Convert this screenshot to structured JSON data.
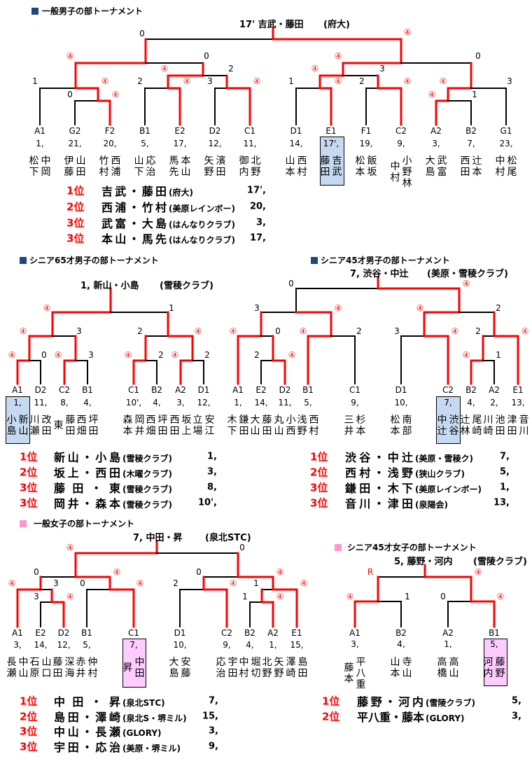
{
  "colors": {
    "win_line": "#ff0000",
    "lose_line": "#000000",
    "rank": "#ff0000",
    "men_icon": "#1f497d",
    "women_icon": "#ff99cc",
    "highlight_men": "#c5d9f1",
    "highlight_women": "#ffccff"
  },
  "brackets": [
    {
      "title": "一般男子の部トーナメント",
      "champion": {
        "text": "17' 吉武・藤田",
        "team": "(府大)"
      },
      "entries": [
        {
          "seed": "A1",
          "num": "1,",
          "cols": [
            "松下",
            "中岡"
          ]
        },
        {
          "seed": "G2",
          "num": "21,",
          "cols": [
            "伊藤",
            "山田"
          ]
        },
        {
          "seed": "F2",
          "num": "20,",
          "cols": [
            "竹村",
            "西浦"
          ]
        },
        {
          "seed": "B1",
          "num": "5,",
          "cols": [
            "山下",
            "応治"
          ]
        },
        {
          "seed": "E2",
          "num": "17,",
          "cols": [
            "馬先",
            "本山"
          ]
        },
        {
          "seed": "D2",
          "num": "12,",
          "cols": [
            "矢野",
            "濱田"
          ]
        },
        {
          "seed": "C1",
          "num": "11,",
          "cols": [
            "御内",
            "北野"
          ]
        },
        {
          "seed": "D1",
          "num": "14,",
          "cols": [
            "山本",
            "西村"
          ]
        },
        {
          "seed": "E1",
          "num": "17',",
          "cols": [
            "藤田",
            "吉武"
          ]
        },
        {
          "seed": "F1",
          "num": "19,",
          "cols": [
            "松本",
            "飯坂"
          ]
        },
        {
          "seed": "C2",
          "num": "9,",
          "cols": [
            "中村",
            "小野林"
          ]
        },
        {
          "seed": "A2",
          "num": "3,",
          "cols": [
            "大島",
            "武富"
          ]
        },
        {
          "seed": "B2",
          "num": "7,",
          "cols": [
            "西田",
            "辻本"
          ]
        },
        {
          "seed": "G1",
          "num": "23,",
          "cols": [
            "中村",
            "松尾"
          ]
        }
      ],
      "scores": [
        "0",
        "④",
        "0",
        "2",
        "④",
        "④",
        "3",
        "④",
        "1",
        "④",
        "0",
        "④",
        "2",
        "④",
        "④",
        "0",
        "④",
        "3",
        "1",
        "④",
        "2",
        "④",
        "④",
        "3",
        "④",
        "1"
      ],
      "results": [
        {
          "rank": "1位",
          "names": "吉武・藤田",
          "team": "(府大)",
          "num": "17',"
        },
        {
          "rank": "2位",
          "names": "西浦・竹村",
          "team": "(美原レインボー)",
          "num": "20,"
        },
        {
          "rank": "3位",
          "names": "武富・大島",
          "team": "(はんなりクラブ)",
          "num": "3,"
        },
        {
          "rank": "3位",
          "names": "本山・馬先",
          "team": "(はんなりクラブ)",
          "num": "17,"
        }
      ]
    },
    {
      "title": "シニア65才男子の部トーナメント",
      "champion": {
        "text": "1, 新山・小島",
        "team": "(雪稜クラブ)"
      },
      "entries": [
        {
          "seed": "A1",
          "num": "1,",
          "cols": [
            "小島",
            "新山"
          ]
        },
        {
          "seed": "D2",
          "num": "11,",
          "cols": [
            "川瀬",
            "改田"
          ]
        },
        {
          "seed": "C2",
          "num": "8,",
          "cols": [
            "東",
            "藤田"
          ]
        },
        {
          "seed": "B1",
          "num": "4,",
          "cols": [
            "西畑",
            "坪田"
          ]
        },
        {
          "seed": "C1",
          "num": "10',",
          "cols": [
            "森本",
            "岡井"
          ]
        },
        {
          "seed": "B2",
          "num": "4,",
          "cols": [
            "西畑",
            "坪田"
          ]
        },
        {
          "seed": "A2",
          "num": "3,",
          "cols": [
            "西田",
            "坂上"
          ]
        },
        {
          "seed": "D1",
          "num": "12,",
          "cols": [
            "立場",
            "安江"
          ]
        }
      ],
      "scores": [
        "④",
        "1",
        "④",
        "3",
        "2",
        "④",
        "④",
        "0",
        "④",
        "3",
        "④",
        "2",
        "④",
        "2"
      ],
      "results": [
        {
          "rank": "1位",
          "names": "新山・小島",
          "team": "(雪稜クラブ)",
          "num": "1,"
        },
        {
          "rank": "2位",
          "names": "坂上・西田",
          "team": "(木曜クラブ)",
          "num": "3,"
        },
        {
          "rank": "3位",
          "names": "藤田・東",
          "team": "(雪稜クラブ)",
          "num": "8,"
        },
        {
          "rank": "3位",
          "names": "岡井・森本",
          "team": "(雪稜クラブ)",
          "num": "10',"
        }
      ]
    },
    {
      "title": "シニア45才男子の部トーナメント",
      "champion": {
        "text": "7, 渋谷・中辻",
        "team": "(美原・雪稜クラブ)"
      },
      "entries": [
        {
          "seed": "A1",
          "num": "1,",
          "cols": [
            "木下",
            "鎌田"
          ]
        },
        {
          "seed": "E2",
          "num": "14,",
          "cols": [
            "大山",
            "藤田"
          ]
        },
        {
          "seed": "D2",
          "num": "11,",
          "cols": [
            "丸山",
            "小西"
          ]
        },
        {
          "seed": "B1",
          "num": "5,",
          "cols": [
            "浅野",
            "西村"
          ]
        },
        {
          "seed": "C1",
          "num": "9,",
          "cols": [
            "三井",
            "杉本"
          ]
        },
        {
          "seed": "D1",
          "num": "10,",
          "cols": [
            "松本",
            "南部"
          ]
        },
        {
          "seed": "C2",
          "num": "7,",
          "cols": [
            "中辻",
            "渋谷"
          ]
        },
        {
          "seed": "B2",
          "num": "4,",
          "cols": [
            "辻林",
            "尾崎"
          ]
        },
        {
          "seed": "A2",
          "num": "2,",
          "cols": [
            "川崎",
            "池田"
          ]
        },
        {
          "seed": "E1",
          "num": "13,",
          "cols": [
            "津田",
            "音川"
          ]
        }
      ],
      "scores": [
        "0",
        "④",
        "3",
        "④",
        "④",
        "2",
        "④",
        "0",
        "④",
        "2",
        "3",
        "④",
        "2",
        "④",
        "2",
        "④",
        "④",
        "1"
      ],
      "results": [
        {
          "rank": "1位",
          "names": "渋谷・中辻",
          "team": "(美原・雪稜ク)",
          "num": "7,"
        },
        {
          "rank": "2位",
          "names": "西村・浅野",
          "team": "(狭山クラブ)",
          "num": "5,"
        },
        {
          "rank": "3位",
          "names": "鎌田・木下",
          "team": "(美原レインボー)",
          "num": "1,"
        },
        {
          "rank": "3位",
          "names": "音川・津田",
          "team": "(泉陽会)",
          "num": "13,"
        }
      ]
    },
    {
      "title": "一般女子の部トーナメント",
      "champion": {
        "text": "7, 中田・昇",
        "team": "(泉北STC)"
      },
      "entries": [
        {
          "seed": "A1",
          "num": "3,",
          "cols": [
            "長瀬",
            "中山"
          ]
        },
        {
          "seed": "E2",
          "num": "14,",
          "cols": [
            "石原",
            "山口"
          ]
        },
        {
          "seed": "D2",
          "num": "12,",
          "cols": [
            "藤田",
            "深海"
          ]
        },
        {
          "seed": "B1",
          "num": "5,",
          "cols": [
            "赤井",
            "仲村"
          ]
        },
        {
          "seed": "C1",
          "num": "7,",
          "cols": [
            "昇",
            "中田"
          ]
        },
        {
          "seed": "D1",
          "num": "10,",
          "cols": [
            "大島",
            "安藤"
          ]
        },
        {
          "seed": "C2",
          "num": "9,",
          "cols": [
            "応治",
            "宇田"
          ]
        },
        {
          "seed": "B2",
          "num": "4,",
          "cols": [
            "中村",
            "堀切"
          ]
        },
        {
          "seed": "A2",
          "num": "1,",
          "cols": [
            "北野",
            "矢野"
          ]
        },
        {
          "seed": "E1",
          "num": "15,",
          "cols": [
            "澤崎",
            "島田"
          ]
        }
      ],
      "scores": [
        "④",
        "0",
        "0",
        "④",
        "0",
        "④",
        "④",
        "3",
        "0",
        "④",
        "2",
        "④",
        "1",
        "④",
        "3",
        "④",
        "1",
        "④"
      ],
      "results": [
        {
          "rank": "1位",
          "names": "中田・昇",
          "team": "(泉北STC)",
          "num": "7,"
        },
        {
          "rank": "2位",
          "names": "島田・澤崎",
          "team": "(泉北S・堺ミル)",
          "num": "15,"
        },
        {
          "rank": "3位",
          "names": "中山・長瀬",
          "team": "(GLORY)",
          "num": "3,"
        },
        {
          "rank": "3位",
          "names": "宇田・応治",
          "team": "(美原・堺ミル)",
          "num": "9,"
        }
      ]
    },
    {
      "title": "シニア45才女子の部トーナメント",
      "champion": {
        "text": "5, 藤野・河内",
        "team": "(雪陵クラブ)"
      },
      "entries": [
        {
          "seed": "A1",
          "num": "3,",
          "cols": [
            "藤本",
            "平八重"
          ]
        },
        {
          "seed": "B2",
          "num": "4,",
          "cols": [
            "山本",
            "寺山"
          ]
        },
        {
          "seed": "A2",
          "num": "1,",
          "cols": [
            "高橋",
            "高山"
          ]
        },
        {
          "seed": "B1",
          "num": "5,",
          "cols": [
            "河内",
            "藤野"
          ]
        }
      ],
      "scores": [
        "R",
        "④",
        "④",
        "1",
        "0",
        "④"
      ],
      "results": [
        {
          "rank": "1位",
          "names": "藤野・河内",
          "team": "(雪陵クラブ)",
          "num": "5,"
        },
        {
          "rank": "2位",
          "names": "平八重・藤本",
          "team": "(GLORY)",
          "num": "3,"
        }
      ]
    }
  ]
}
